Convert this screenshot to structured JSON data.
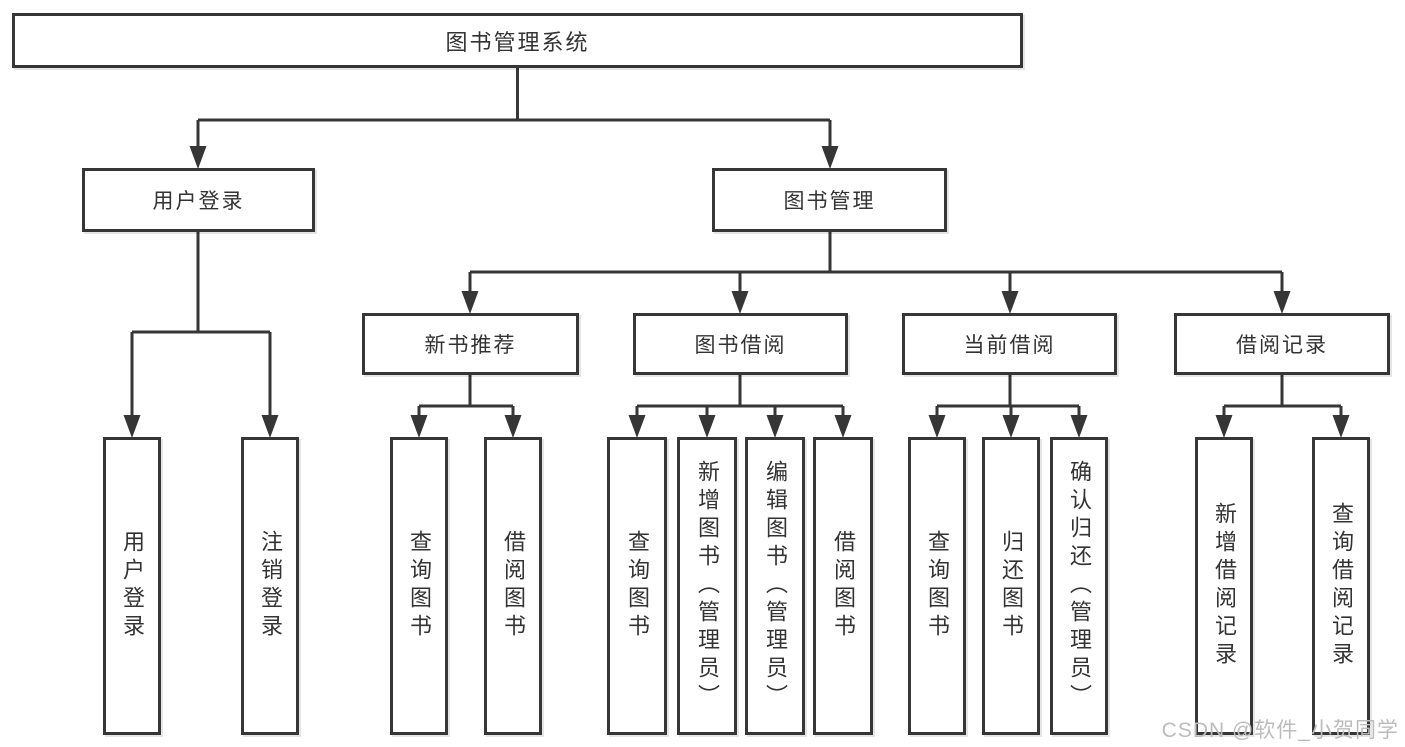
{
  "watermark": "CSDN @软件_小贺同学",
  "colors": {
    "line": "#363636",
    "text": "#333333",
    "background": "#ffffff",
    "watermark": "#bcbcbc"
  },
  "tree": {
    "root": {
      "label": "图书管理系统"
    },
    "children": [
      {
        "label": "用户登录",
        "children": [
          {
            "label": "用户登录"
          },
          {
            "label": "注销登录"
          }
        ]
      },
      {
        "label": "图书管理",
        "children": [
          {
            "label": "新书推荐",
            "children": [
              {
                "label": "查询图书"
              },
              {
                "label": "借阅图书"
              }
            ]
          },
          {
            "label": "图书借阅",
            "children": [
              {
                "label": "查询图书"
              },
              {
                "label": "新增图书（管理员）"
              },
              {
                "label": "编辑图书（管理员）"
              },
              {
                "label": "借阅图书"
              }
            ]
          },
          {
            "label": "当前借阅",
            "children": [
              {
                "label": "查询图书"
              },
              {
                "label": "归还图书"
              },
              {
                "label": "确认归还（管理员）"
              }
            ]
          },
          {
            "label": "借阅记录",
            "children": [
              {
                "label": "新增借阅记录"
              },
              {
                "label": "查询借阅记录"
              }
            ]
          }
        ]
      }
    ]
  }
}
